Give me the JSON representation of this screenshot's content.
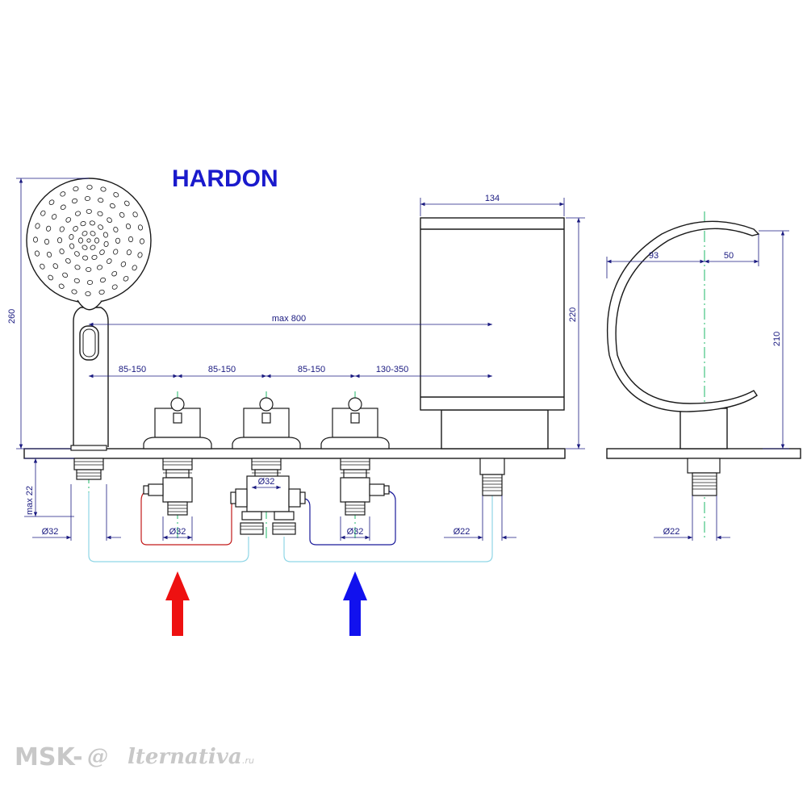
{
  "title": "HARDON",
  "colors": {
    "title": "#1a1acc",
    "outline": "#1a1a1a",
    "dimension": "#1a1a80",
    "centerline": "#1fb86a",
    "hot_pipe": "#c21a1a",
    "cold_pipe": "#1a1a9a",
    "hose": "#8fd6e6",
    "hot_arrow": "#ee1111",
    "cold_arrow": "#1111ee",
    "watermark": "#c8c8c8"
  },
  "dimensions": {
    "hand_shower_height": "260",
    "spout_width": "134",
    "spout_height": "220",
    "hose_max_length": "max 800",
    "spacing_1": "85-150",
    "spacing_2": "85-150",
    "spacing_3": "85-150",
    "spacing_4": "130-350",
    "shower_diameter": "Ø32",
    "valve_1_diameter": "Ø32",
    "mixer_diameter": "Ø32",
    "valve_3_diameter": "Ø32",
    "spout_diameter": "Ø22",
    "side_diameter": "Ø22",
    "max_deck_thickness": "max 22",
    "side_width_left": "93",
    "side_width_right": "50",
    "side_height": "210"
  },
  "watermark": {
    "left": "MSK-",
    "mark": "@",
    "right": "lternativa",
    "suffix": ".ru"
  }
}
